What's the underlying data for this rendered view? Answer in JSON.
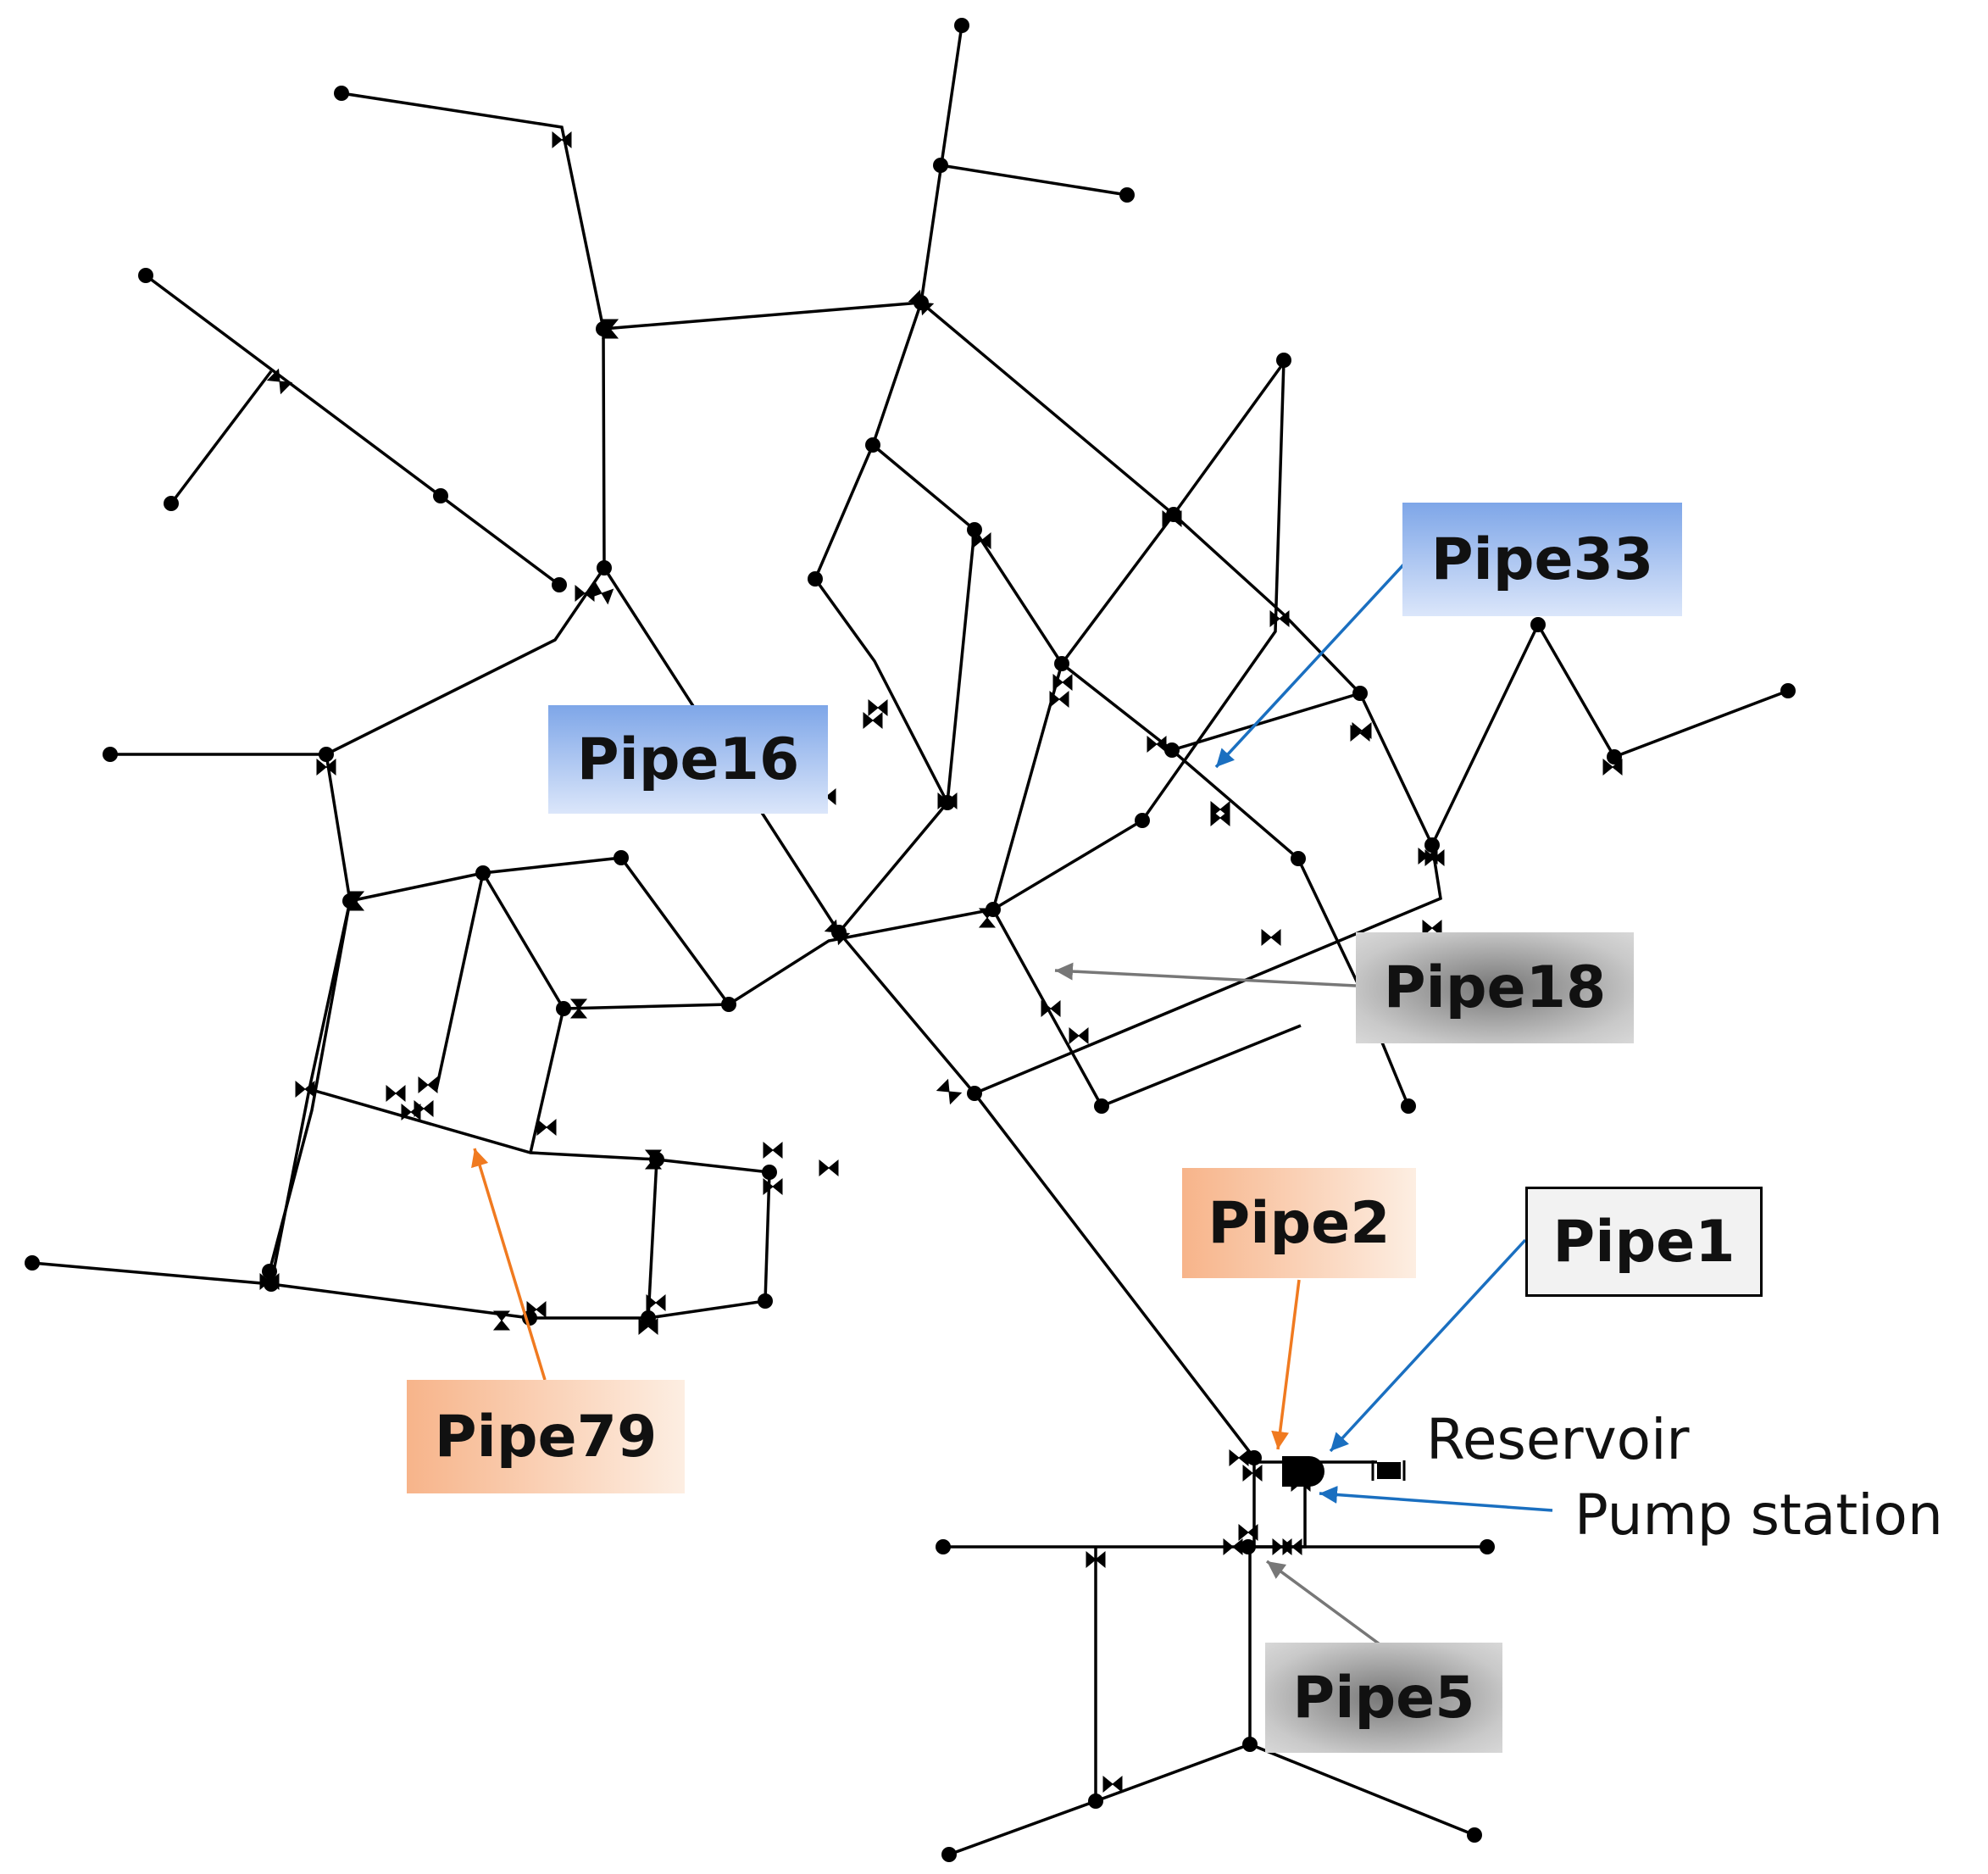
{
  "labels": {
    "pipe33": "Pipe33",
    "pipe16": "Pipe16",
    "pipe18": "Pipe18",
    "pipe2": "Pipe2",
    "pipe1": "Pipe1",
    "pipe79": "Pipe79",
    "pipe5": "Pipe5",
    "reservoir": "Reservoir",
    "pump_station": "Pump station"
  },
  "colors": {
    "blue_arrow": "#1a6fc0",
    "orange_arrow": "#f07a20",
    "gray_arrow": "#777777",
    "network": "#000000"
  }
}
